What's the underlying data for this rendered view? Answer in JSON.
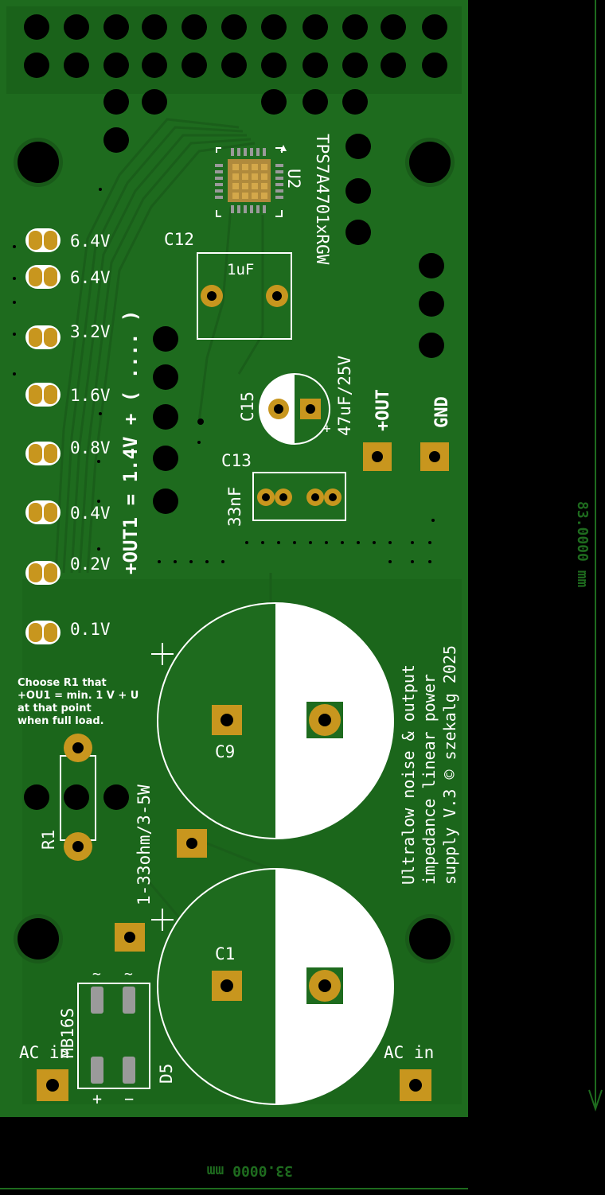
{
  "labels": {
    "u2_part": "TPS7A4701xRGW",
    "u2_ref": "U2",
    "c12_ref": "C12",
    "c12_val": "1uF",
    "c15_ref": "C15",
    "c15_val": "47uF/25V",
    "c13_ref": "C13",
    "c13_val": "33nF",
    "out_plus": "+OUT",
    "gnd": "GND",
    "formula": "+OUT1 = 1.4V + ( .... )",
    "voltages": [
      "6.4V",
      "6.4V",
      "3.2V",
      "1.6V",
      "0.8V",
      "0.4V",
      "0.2V",
      "0.1V"
    ],
    "note_lines": [
      "Choose R1 that",
      "+OU1 = min. 1 V + U",
      "at that point",
      "when full load."
    ],
    "r1_ref": "R1",
    "r1_val": "1-33ohm/3-5W",
    "c9_ref": "C9",
    "c1_ref": "C1",
    "d5_ref": "D5",
    "d5_part": "MB16S",
    "ac_in_left": "AC in",
    "ac_in_right": "AC in",
    "credit_lines": [
      "Ultralow noise & output",
      "impedance linear power",
      "supply V.3 © szekalg 2025"
    ],
    "dim_right": "83.0000 mm",
    "dim_bottom": "33.0000 mm",
    "plus_sign": "+",
    "minus_sign": "−",
    "tilde": "~"
  },
  "colors": {
    "background": "#000000",
    "board": "#1e6b1e",
    "board_dark": "#165516",
    "copper_pad": "#c8961e",
    "hole": "#000000",
    "silkscreen": "#ffffff",
    "smd_pad": "#9a9a9a"
  }
}
